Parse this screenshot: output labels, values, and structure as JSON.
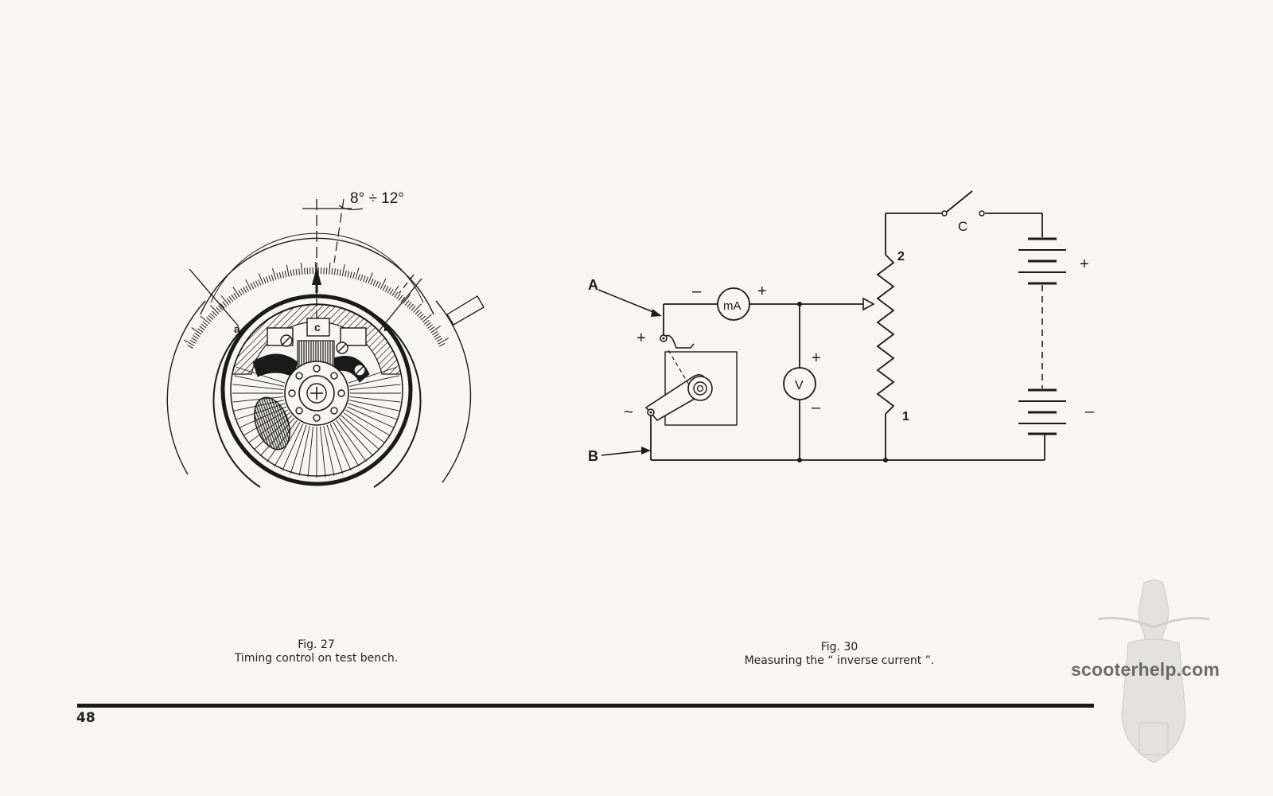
{
  "fig27": {
    "angle_label": "8° ÷ 12°",
    "mark_a": "a",
    "mark_b": "b",
    "mark_c": "c",
    "caption_number": "Fig. 27",
    "caption_text": "Timing control on test bench."
  },
  "fig30": {
    "label_A": "A",
    "label_B": "B",
    "label_C": "C",
    "meter_mA": "mA",
    "meter_V": "V",
    "mA_minus": "–",
    "mA_plus": "+",
    "v_plus": "+",
    "v_minus": "–",
    "device_plus": "+",
    "device_ac": "~",
    "rheostat_2": "2",
    "rheostat_1": "1",
    "battery_plus": "+",
    "battery_minus": "–",
    "caption_number": "Fig. 30",
    "caption_text": "Measuring the “ inverse current ”."
  },
  "page_number": "48",
  "watermark": "scooterhelp.com"
}
